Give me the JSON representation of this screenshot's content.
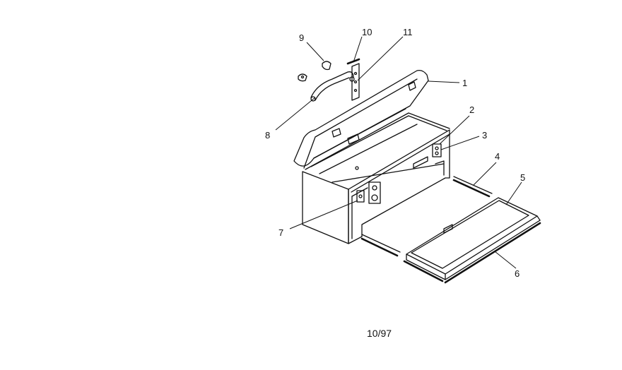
{
  "diagram": {
    "line_color": "#111111",
    "background": "#ffffff",
    "callouts": [
      {
        "id": "1",
        "label": "1"
      },
      {
        "id": "2",
        "label": "2"
      },
      {
        "id": "3",
        "label": "3"
      },
      {
        "id": "4",
        "label": "4"
      },
      {
        "id": "5",
        "label": "5"
      },
      {
        "id": "6",
        "label": "6"
      },
      {
        "id": "7",
        "label": "7"
      },
      {
        "id": "8",
        "label": "8"
      },
      {
        "id": "9",
        "label": "9"
      },
      {
        "id": "10",
        "label": "10"
      },
      {
        "id": "11",
        "label": "11"
      }
    ]
  },
  "footer": {
    "page_code": "10/97"
  }
}
